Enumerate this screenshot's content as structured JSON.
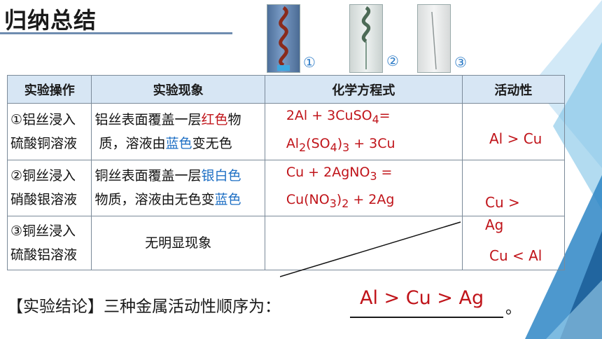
{
  "title": "归纳总结",
  "photos": [
    "①",
    "②",
    "③"
  ],
  "table": {
    "headers": [
      "实验操作",
      "实验现象",
      "化学方程式",
      "活动性"
    ],
    "row1": {
      "op_l1": "①铝丝浸入",
      "op_l2": "硫酸铜溶液",
      "ph_a": "铝丝表面覆盖一层",
      "ph_b": "红色",
      "ph_c": "物",
      "ph_d": "质，溶液由",
      "ph_e": "蓝色",
      "ph_f": "变无色",
      "eq1_a": "2Al + 3CuSO",
      "eq1_b": "4",
      "eq1_c": "=",
      "eq2_a": "Al",
      "eq2_b": "2",
      "eq2_c": "(SO",
      "eq2_d": "4",
      "eq2_e": ")",
      "eq2_f": "3",
      "eq2_g": " + 3Cu",
      "activity": "Al > Cu"
    },
    "row2": {
      "op_l1": "②铜丝浸入",
      "op_l2": "硝酸银溶液",
      "ph_a": "铜丝表面覆盖一层",
      "ph_b": "银白色",
      "ph_c": "物质，溶液由无色变",
      "ph_d": "蓝色",
      "eq1": "Cu + 2AgNO",
      "eq1_sub": "3",
      "eq1_end": " =",
      "eq2_a": "Cu(NO",
      "eq2_b": "3",
      "eq2_c": ")",
      "eq2_d": "2",
      "eq2_e": " + 2Ag",
      "activity_l1": "Cu >",
      "activity_l2": "Ag"
    },
    "row3": {
      "op_l1": "③铜丝浸入",
      "op_l2": "硫酸铝溶液",
      "phenomenon": "无明显现象",
      "activity": "Cu < Al"
    }
  },
  "conclusion": {
    "text": "【实验结论】三种金属活动性顺序为：",
    "answer": "Al > Cu > Ag",
    "period": "。"
  }
}
